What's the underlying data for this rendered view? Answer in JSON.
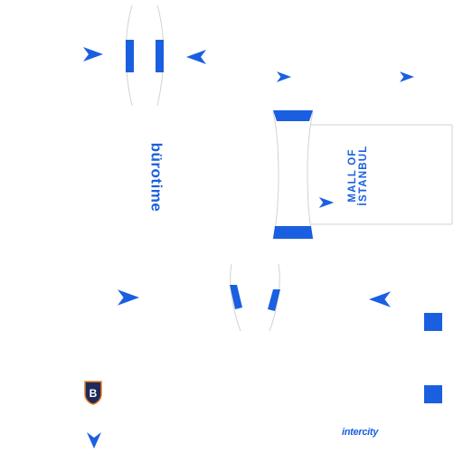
{
  "colors": {
    "accent": "#1a5fe0",
    "outline": "#d2d2d2",
    "crest_dark": "#1e2a5a",
    "crest_orange": "#e87c1e",
    "background": "#ffffff"
  },
  "icons": [
    "macron-logo-icon",
    "club-crest-icon"
  ],
  "sponsors": {
    "front": "bürotime",
    "back_line1": "MALL OF",
    "back_line2": "İSTANBUL",
    "small": "intercity"
  },
  "crest": {
    "letter": "B"
  }
}
